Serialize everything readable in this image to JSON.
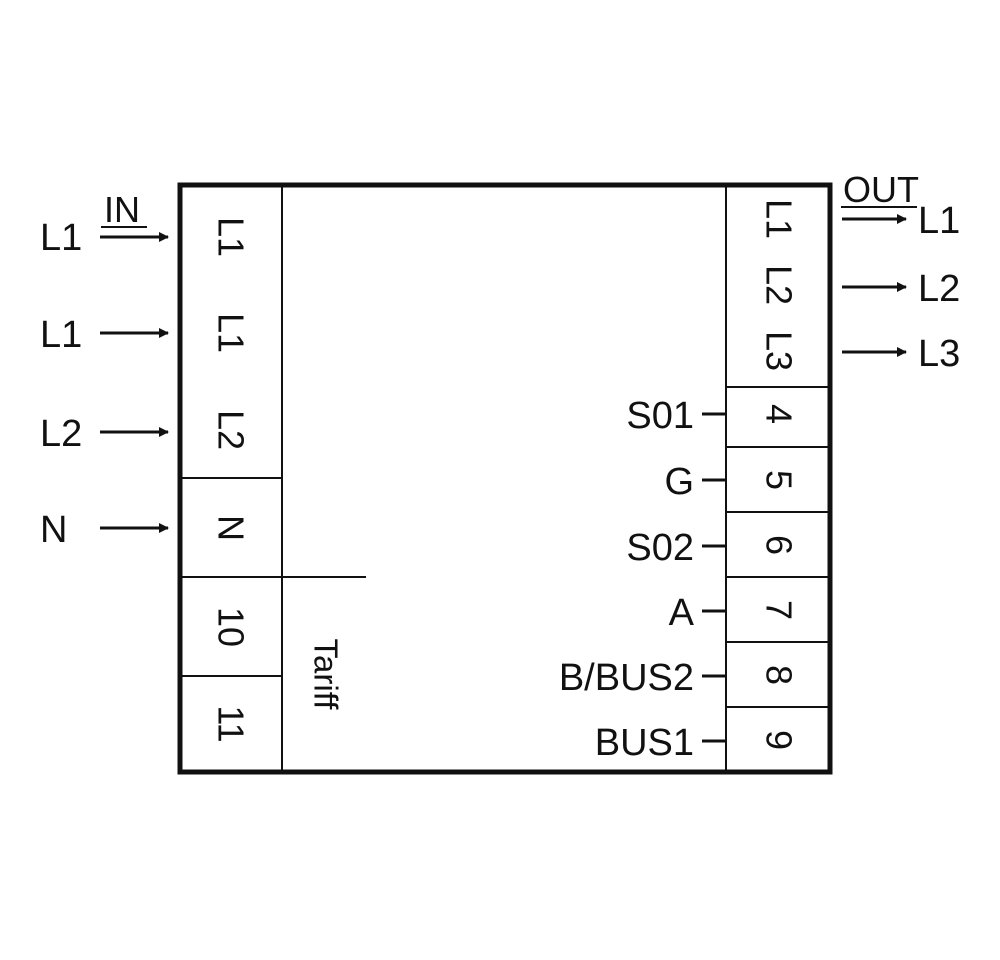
{
  "colors": {
    "ink": "#111111",
    "background": "#ffffff"
  },
  "header": {
    "in_label": "IN",
    "out_label": "OUT",
    "tariff_label": "Tariff"
  },
  "inputs": [
    {
      "wire": "L1",
      "terminal": "L1"
    },
    {
      "wire": "L1",
      "terminal": "L1"
    },
    {
      "wire": "L2",
      "terminal": "L2"
    },
    {
      "wire": "N",
      "terminal": "N"
    }
  ],
  "tariff_terminals": [
    "10",
    "11"
  ],
  "outputs": [
    {
      "terminal": "L1",
      "wire": "L1"
    },
    {
      "terminal": "L2",
      "wire": "L2"
    },
    {
      "terminal": "L3",
      "wire": "L3"
    }
  ],
  "signals": [
    {
      "label": "S01",
      "terminal": "4"
    },
    {
      "label": "G",
      "terminal": "5"
    },
    {
      "label": "S02",
      "terminal": "6"
    },
    {
      "label": "A",
      "terminal": "7"
    },
    {
      "label": "B/BUS2",
      "terminal": "8"
    },
    {
      "label": "BUS1",
      "terminal": "9"
    }
  ]
}
